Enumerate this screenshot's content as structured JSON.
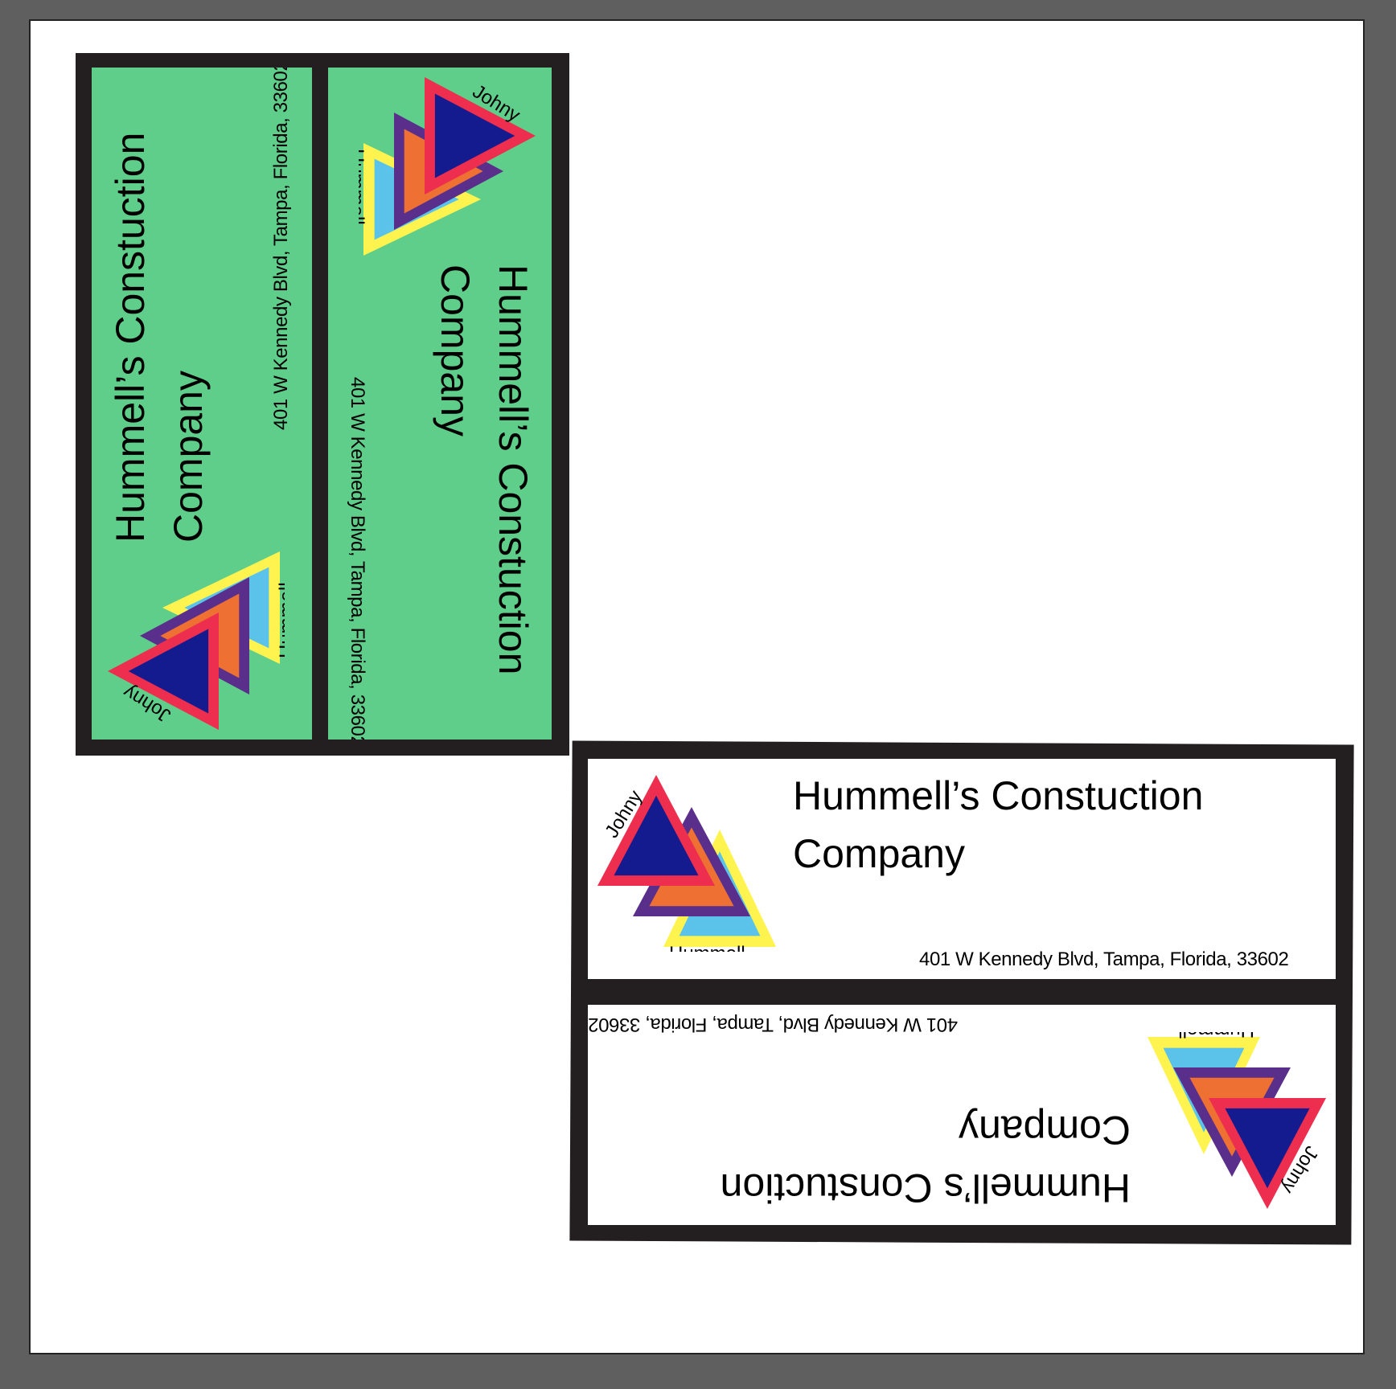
{
  "business_name_line1": "Hummell's Constuction",
  "business_name_line2": "Company",
  "address": "401 W Kennedy Blvd, Tampa, Florida, 33602",
  "logo": {
    "name_top": "Johny",
    "name_bottom": "Hummell",
    "icon": "stacked-triangles-logo"
  },
  "colors": {
    "green_card": "#5fce8a",
    "frame": "#231f20",
    "tri_yellow": "#fff44f",
    "tri_cyan": "#5bc3ea",
    "tri_purple": "#5a2f8c",
    "tri_orange": "#ee7032",
    "tri_red": "#ee2e4f",
    "tri_blue": "#141b8f"
  }
}
